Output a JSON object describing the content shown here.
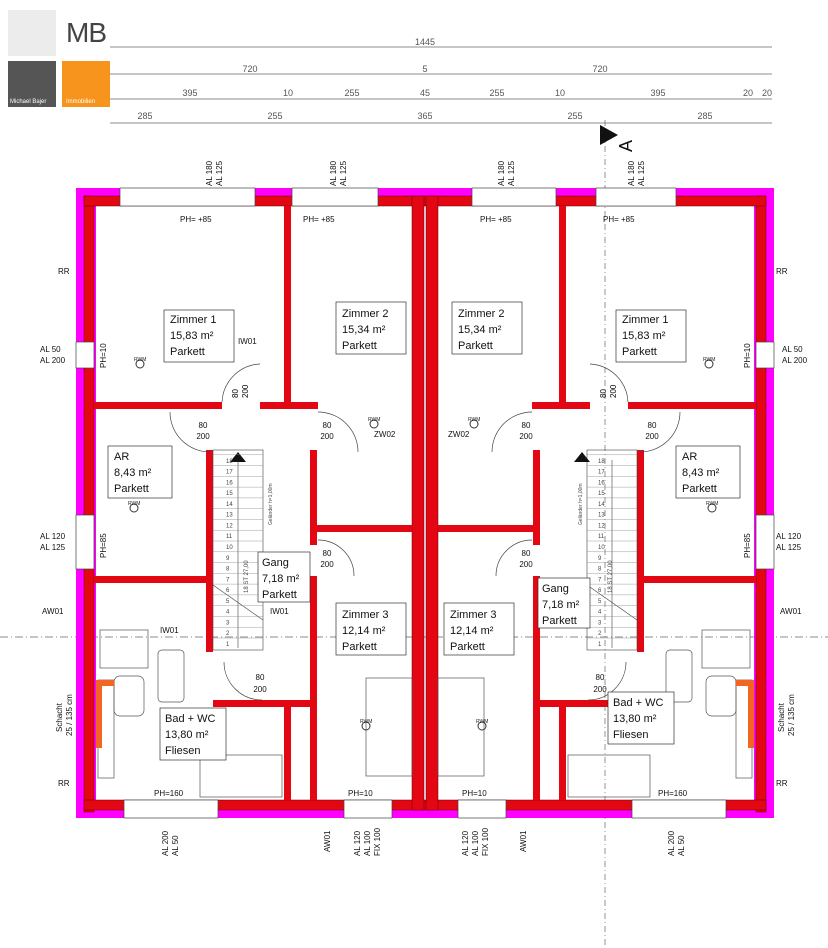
{
  "logo": {
    "letters": "MB",
    "name": "Michael Bajer",
    "sub": "Immobilien"
  },
  "dims": {
    "total": "1445",
    "half_l": "720",
    "joint": "5",
    "half_r": "720",
    "row3": [
      "395",
      "10",
      "255",
      "45",
      "255",
      "10",
      "395",
      "20",
      "20"
    ],
    "row4": [
      "285",
      "255",
      "365",
      "255",
      "285"
    ]
  },
  "section": "A",
  "windows_top": [
    "AL 180",
    "AL 125"
  ],
  "ph85": "PH= +85",
  "rooms": {
    "z1": {
      "name": "Zimmer 1",
      "area": "15,83 m²",
      "floor": "Parkett"
    },
    "z2": {
      "name": "Zimmer 2",
      "area": "15,34 m²",
      "floor": "Parkett"
    },
    "ar": {
      "name": "AR",
      "area": "8,43 m²",
      "floor": "Parkett"
    },
    "gang": {
      "name": "Gang",
      "area": "7,18 m²",
      "floor": "Parkett"
    },
    "z3": {
      "name": "Zimmer 3",
      "area": "12,14 m²",
      "floor": "Parkett"
    },
    "bad": {
      "name": "Bad + WC",
      "area": "13,80 m²",
      "floor": "Fliesen"
    }
  },
  "labels": {
    "rr": "RR",
    "al50": "AL 50",
    "al200": "AL 200",
    "ph10": "PH=10",
    "al120": "AL 120",
    "al125": "AL 125",
    "ph85v": "PH=85",
    "aw01": "AW01",
    "iw01": "IW01",
    "zw02": "ZW02",
    "rwm": "RWM",
    "schacht": "Schacht",
    "schacht_dim": "25 / 135 cm",
    "ph160": "PH=160",
    "al100": "AL 100",
    "fix100": "FIX 100",
    "d80": "80",
    "d200": "200"
  },
  "stair": {
    "steps": [
      "1",
      "2",
      "3",
      "4",
      "5",
      "6",
      "7",
      "8",
      "9",
      "10",
      "11",
      "12",
      "13",
      "14",
      "15",
      "16",
      "17",
      "18"
    ],
    "note1": "18 ST 27,00",
    "note2": "Geländer h=1,00m"
  },
  "colors": {
    "wall": "#e30613",
    "wall_ext": "#ff00ff",
    "fill": "#d40000"
  }
}
